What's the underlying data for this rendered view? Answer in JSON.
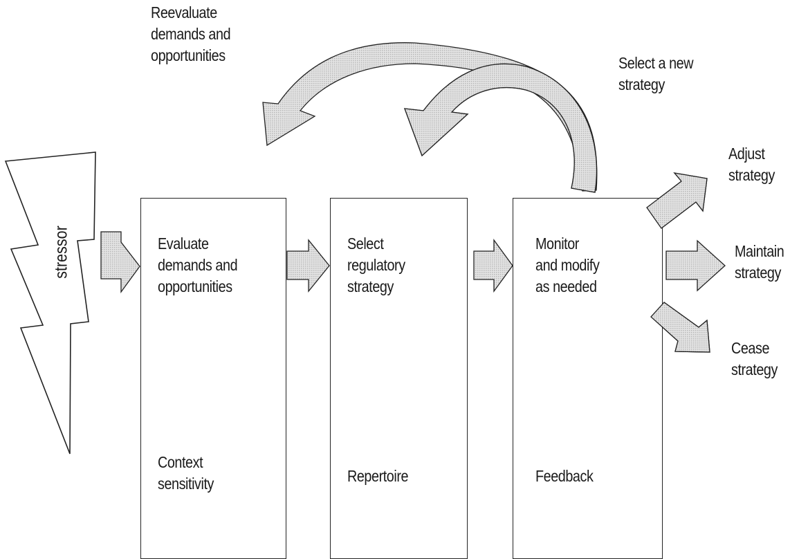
{
  "stressor": {
    "label": "stressor"
  },
  "steps": [
    {
      "title": "Evaluate demands and opportunities",
      "lines": [
        "Evaluate",
        "demands and",
        "opportunities"
      ],
      "footer_lines": [
        "Context",
        "sensitivity"
      ]
    },
    {
      "title": "Select regulatory strategy",
      "lines": [
        "Select",
        "regulatory",
        "strategy"
      ],
      "footer_lines": [
        "Repertoire"
      ]
    },
    {
      "title": "Monitor and modify as needed",
      "lines": [
        "Monitor",
        "and modify",
        "as needed"
      ],
      "footer_lines": [
        "Feedback"
      ]
    }
  ],
  "feedback_loops": [
    {
      "lines": [
        "Reevaluate",
        "demands and",
        "opportunities"
      ]
    },
    {
      "lines": [
        "Select a new",
        "strategy"
      ]
    }
  ],
  "outcomes": [
    {
      "lines": [
        "Adjust",
        "strategy"
      ]
    },
    {
      "lines": [
        "Maintain",
        "strategy"
      ]
    },
    {
      "lines": [
        "Cease",
        "strategy"
      ]
    }
  ],
  "colors": {
    "arrow_fill": "#d9d9d9",
    "stroke": "#222222"
  }
}
